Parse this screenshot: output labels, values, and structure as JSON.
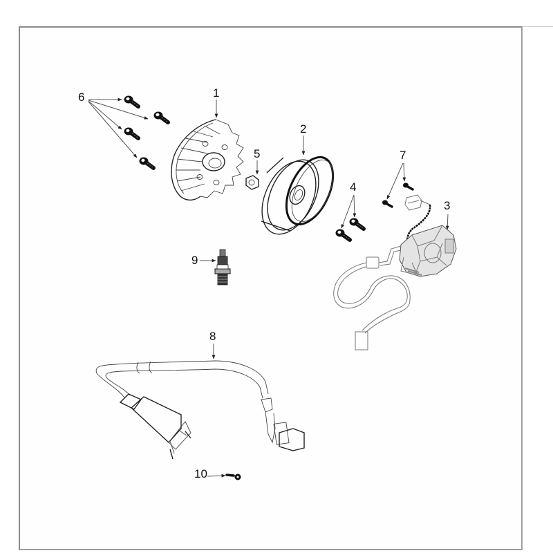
{
  "diagram": {
    "type": "exploded-parts-view",
    "subject": "flywheel / magneto / ignition assembly",
    "callouts": [
      {
        "id": "1",
        "label": "1",
        "part": "flywheel fan"
      },
      {
        "id": "2",
        "label": "2",
        "part": "flywheel rotor"
      },
      {
        "id": "3",
        "label": "3",
        "part": "stator coil with wiring harness"
      },
      {
        "id": "4",
        "label": "4",
        "part": "bolts (x2)"
      },
      {
        "id": "5",
        "label": "5",
        "part": "nut"
      },
      {
        "id": "6",
        "label": "6",
        "part": "bolts (x4)"
      },
      {
        "id": "7",
        "label": "7",
        "part": "screws (x2)"
      },
      {
        "id": "8",
        "label": "8",
        "part": "ignition coil with HT lead and spark plug cap"
      },
      {
        "id": "9",
        "label": "9",
        "part": "spark plug"
      },
      {
        "id": "10",
        "label": "10",
        "part": "screw"
      }
    ],
    "colors": {
      "frame": "#8a8a8a",
      "ink": "#222222",
      "background": "#ffffff"
    }
  }
}
